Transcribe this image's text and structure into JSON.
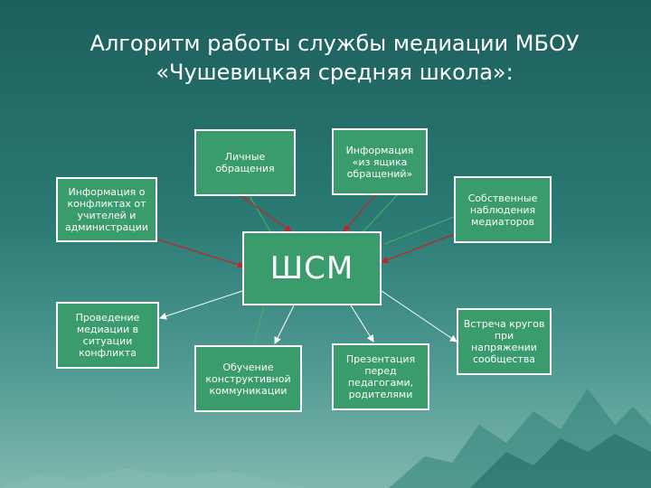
{
  "title": {
    "line1": "Алгоритм работы службы медиации МБОУ",
    "line2": "«Чушевицкая средняя школа»:"
  },
  "center": {
    "label": "ШСМ"
  },
  "inputs": [
    {
      "id": "teachers",
      "label": "Информация о конфликтах от учителей и администрации"
    },
    {
      "id": "personal",
      "label": "Личные обращения"
    },
    {
      "id": "mailbox",
      "label": "Информация «из ящика обращений»"
    },
    {
      "id": "observations",
      "label": "Собственные наблюдения медиаторов"
    }
  ],
  "outputs": [
    {
      "id": "mediation",
      "label": "Проведение медиации в ситуации конфликта"
    },
    {
      "id": "training",
      "label": "Обучение конструктивной коммуникации"
    },
    {
      "id": "presentation",
      "label": "Презентация перед педагогами, родителями"
    },
    {
      "id": "circles",
      "label": "Встреча кругов при напряжении сообщества"
    }
  ],
  "colors": {
    "box_fill": "#3a9b6c",
    "input_arrow": "#c0262d",
    "output_arrow": "#ffffff",
    "guide_line": "#4caf6a"
  }
}
